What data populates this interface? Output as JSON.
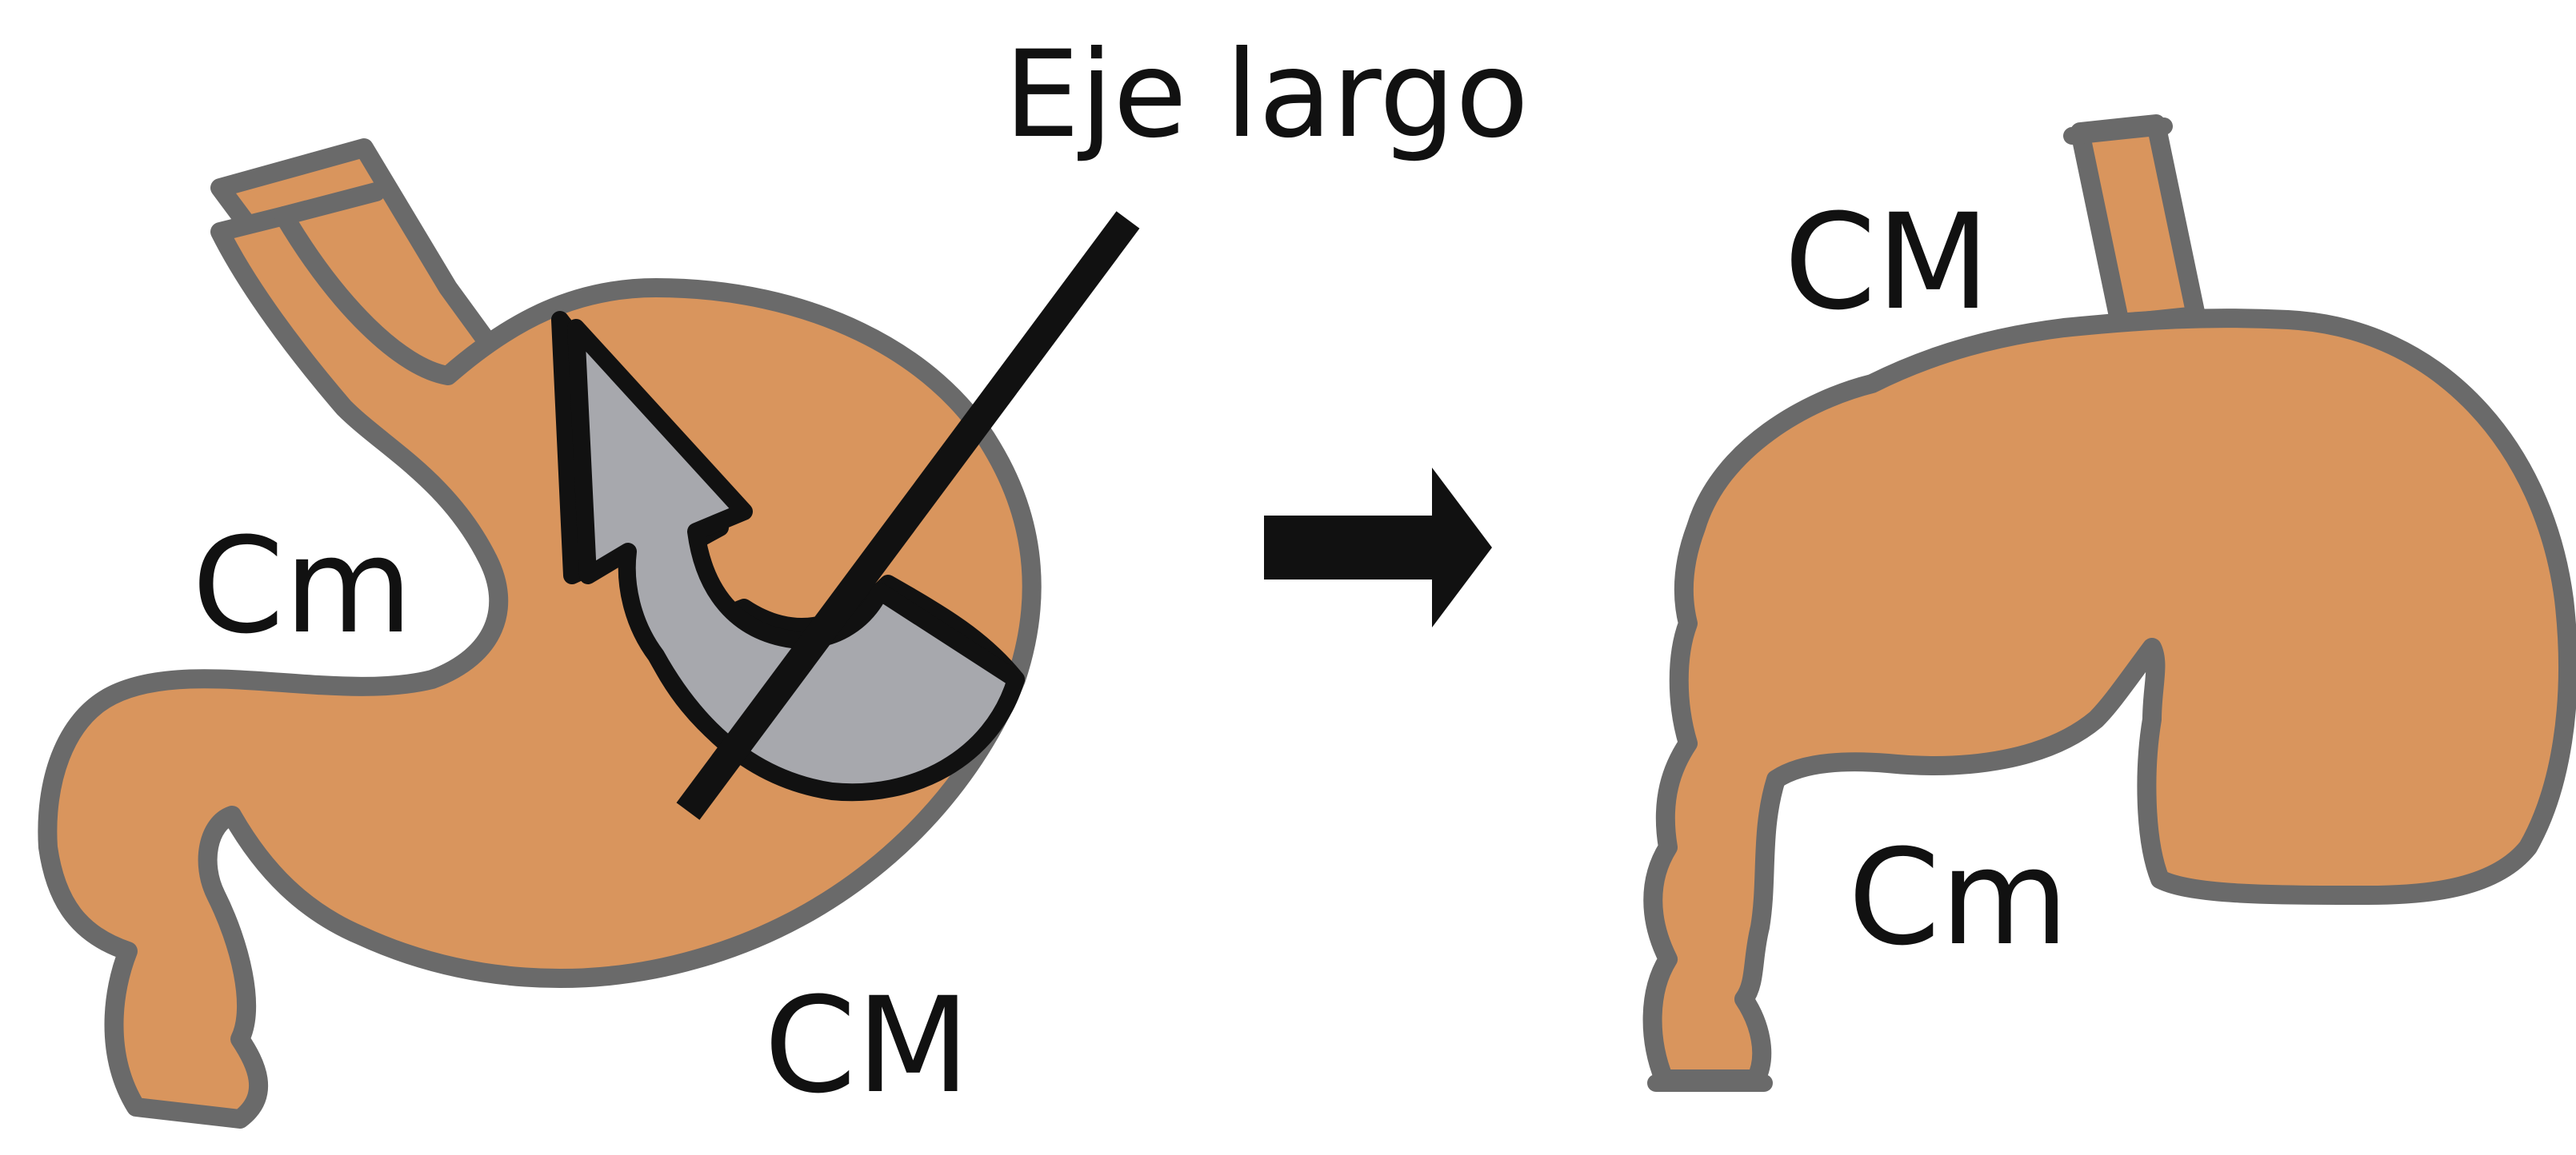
{
  "labels": {
    "long_axis": "Eje largo",
    "left_lesser_curvature": "Cm",
    "left_greater_curvature": "CM",
    "right_greater_curvature": "CM",
    "right_lesser_curvature": "Cm"
  },
  "colors": {
    "stomach_fill": "#d9955d",
    "outline": "#6a6a6a",
    "rotation_arrow_fill": "#a7a8ad",
    "axis_and_arrow": "#111111",
    "background": "#ffffff"
  },
  "icons": {
    "rotation": "curved-arrow-icon",
    "transition": "right-arrow-icon"
  }
}
